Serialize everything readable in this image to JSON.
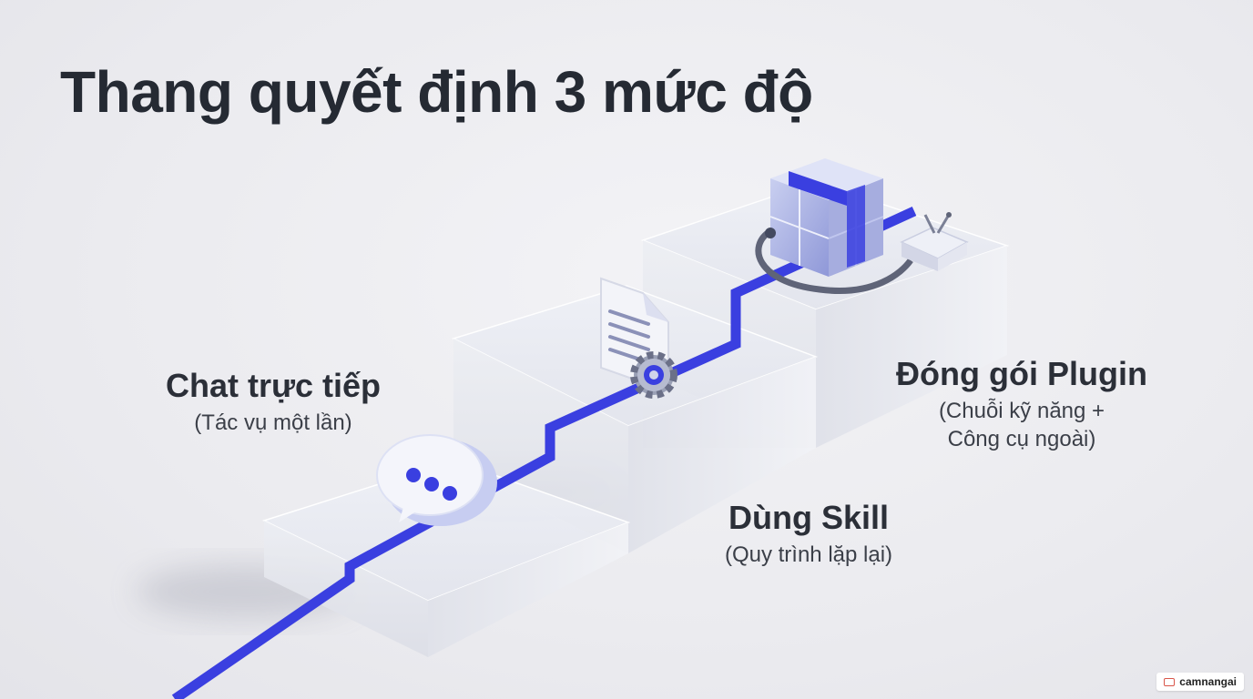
{
  "title": "Thang quyết định 3 mức độ",
  "levels": [
    {
      "name": "Chat trực tiếp",
      "description_lines": [
        "(Tác vụ một lần)"
      ],
      "icon": "chat-bubble-icon"
    },
    {
      "name": "Dùng Skill",
      "description_lines": [
        "(Quy trình lặp lại)"
      ],
      "icon": "document-gear-icon"
    },
    {
      "name": "Đóng gói Plugin",
      "description_lines": [
        "(Chuỗi kỹ năng +",
        "Công cụ ngoài)"
      ],
      "icon": "package-connector-icon"
    }
  ],
  "watermark": "camnangai",
  "colors": {
    "accent": "#3a3fe0",
    "title": "#252a33",
    "step": "#e6e8ef"
  }
}
